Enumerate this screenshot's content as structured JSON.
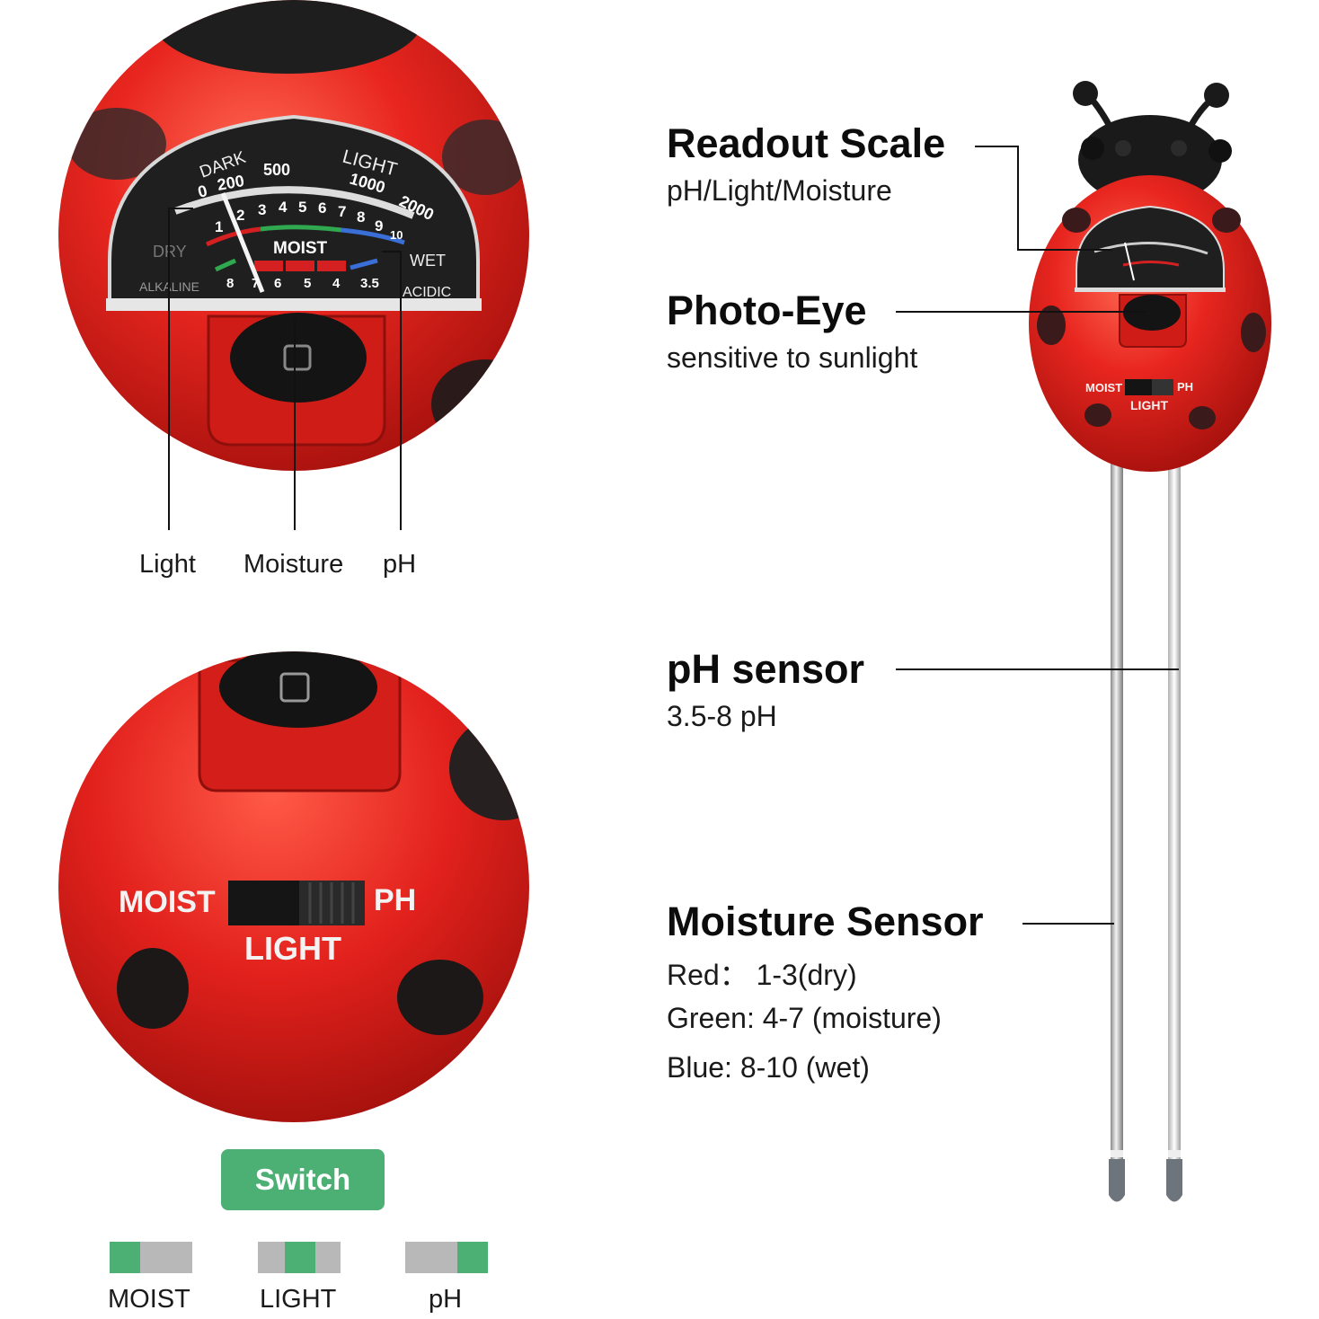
{
  "dial": {
    "dark": "DARK",
    "light": "LIGHT",
    "lux_ticks": [
      "0",
      "200",
      "500",
      "1000",
      "2000"
    ],
    "moist_digits": [
      "1",
      "2",
      "3",
      "4",
      "5",
      "6",
      "7",
      "8",
      "9",
      "10"
    ],
    "moist": "MOIST",
    "dry": "DRY",
    "wet": "WET",
    "alkaline": "ALKALINE",
    "acidic": "ACIDIC",
    "ph_digits": [
      "8",
      "7",
      "6",
      "5",
      "4",
      "3.5"
    ]
  },
  "callouts": {
    "light": "Light",
    "moisture": "Moisture",
    "ph": "pH"
  },
  "switch_panel": {
    "moist": "MOIST",
    "ph": "PH",
    "light": "LIGHT"
  },
  "switch": {
    "title": "Switch",
    "positions": [
      {
        "label": "MOIST",
        "knob": "left"
      },
      {
        "label": "LIGHT",
        "knob": "center"
      },
      {
        "label": "pH",
        "knob": "right"
      }
    ]
  },
  "features": [
    {
      "title": "Readout Scale",
      "subtitle": "pH/Light/Moisture"
    },
    {
      "title": "Photo-Eye",
      "subtitle": "sensitive to sunlight"
    },
    {
      "title": "pH sensor",
      "subtitle": "3.5-8 pH"
    },
    {
      "title": "Moisture Sensor",
      "lines": [
        "Red： 1-3(dry)",
        "Green: 4-7 (moisture)",
        "Blue: 8-10 (wet)"
      ]
    }
  ],
  "colors": {
    "body_red": "#e2211c",
    "accent_green": "#4caf73",
    "scale_red": "#d42020",
    "scale_green": "#2fa84f",
    "scale_blue": "#3a6fd8"
  }
}
